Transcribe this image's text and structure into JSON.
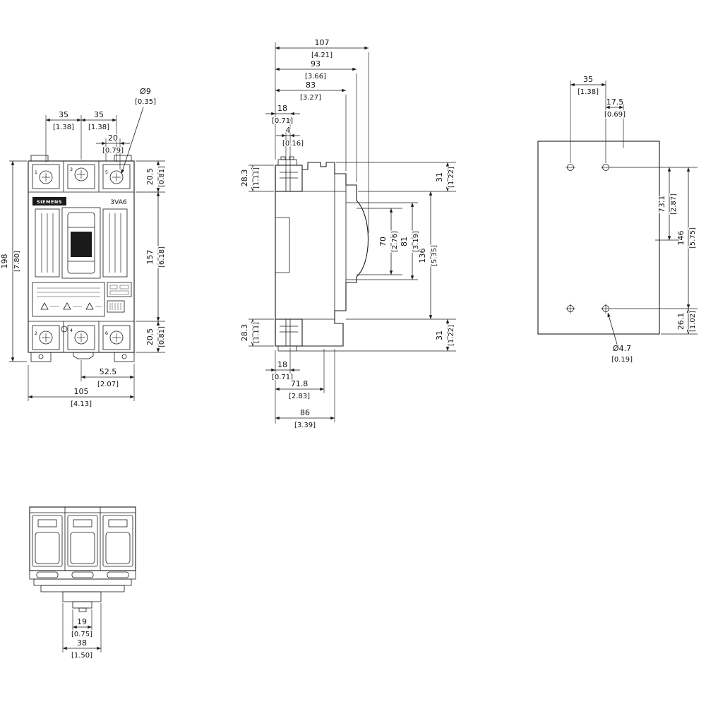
{
  "front_view": {
    "labels": {
      "brand": "SIEMENS",
      "model": "3VA6",
      "terminals_top": [
        "1",
        "3",
        "5"
      ],
      "terminals_bottom": [
        "2",
        "4",
        "6"
      ]
    },
    "dims": {
      "pole_pitch_left": {
        "mm": "35",
        "inch": "[1.38]"
      },
      "pole_pitch_right": {
        "mm": "35",
        "inch": "[1.38]"
      },
      "hole_offset": {
        "mm": "20",
        "inch": "[0.79]"
      },
      "terminal_hole_dia": {
        "mm": "Ø9",
        "inch": "[0.35]"
      },
      "overall_height": {
        "mm": "198",
        "inch": "[7.80]"
      },
      "terminal_zone_top": {
        "mm": "20.5",
        "inch": "[0.81]"
      },
      "body_height": {
        "mm": "157",
        "inch": "[6.18]"
      },
      "terminal_zone_bottom": {
        "mm": "20.5",
        "inch": "[0.81]"
      },
      "center_to_edge": {
        "mm": "52.5",
        "inch": "[2.07]"
      },
      "overall_width": {
        "mm": "105",
        "inch": "[4.13]"
      }
    }
  },
  "side_view": {
    "dims": {
      "depth_total": {
        "mm": "107",
        "inch": "[4.21]"
      },
      "depth_93": {
        "mm": "93",
        "inch": "[3.66]"
      },
      "depth_83": {
        "mm": "83",
        "inch": "[3.27]"
      },
      "depth_18_top": {
        "mm": "18",
        "inch": "[0.71]"
      },
      "depth_4": {
        "mm": "4",
        "inch": "[0.16]"
      },
      "lug_28_3_top": {
        "mm": "28.3",
        "inch": "[1.11]"
      },
      "front_31_top": {
        "mm": "31",
        "inch": "[1.22]"
      },
      "handle_70": {
        "mm": "70",
        "inch": "[2.76]"
      },
      "handle_81": {
        "mm": "81",
        "inch": "[3.19]"
      },
      "body_136": {
        "mm": "136",
        "inch": "[5.35]"
      },
      "lug_28_3_bottom": {
        "mm": "28.3",
        "inch": "[1.11]"
      },
      "front_31_bottom": {
        "mm": "31",
        "inch": "[1.22]"
      },
      "depth_18_bottom": {
        "mm": "18",
        "inch": "[0.71]"
      },
      "depth_71_8": {
        "mm": "71.8",
        "inch": "[2.83]"
      },
      "depth_86": {
        "mm": "86",
        "inch": "[3.39]"
      }
    }
  },
  "drill_plan": {
    "dims": {
      "hole_pitch_35": {
        "mm": "35",
        "inch": "[1.38]"
      },
      "offset_17_5": {
        "mm": "17.5",
        "inch": "[0.69]"
      },
      "offset_73_1": {
        "mm": "73.1",
        "inch": "[2.87]"
      },
      "hole_pitch_146": {
        "mm": "146",
        "inch": "[5.75]"
      },
      "offset_26_1": {
        "mm": "26.1",
        "inch": "[1.02]"
      },
      "hole_dia": {
        "mm": "Ø4.7",
        "inch": "[0.19]"
      }
    }
  },
  "bottom_view": {
    "dims": {
      "foot_width_19": {
        "mm": "19",
        "inch": "[0.75]"
      },
      "foot_width_38": {
        "mm": "38",
        "inch": "[1.50]"
      }
    }
  }
}
